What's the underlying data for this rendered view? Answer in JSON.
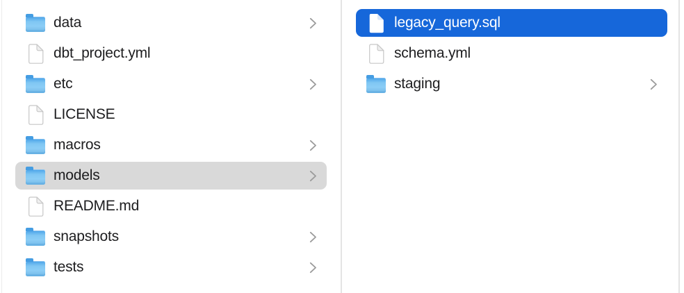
{
  "app": {
    "view": "finder-column-browser"
  },
  "colors": {
    "selection_active": "#1667da",
    "selection_inactive": "#d9d9d9",
    "text": "#1d1d1f",
    "text_selected": "#ffffff",
    "chevron": "#9b9b9b",
    "divider": "#e4e4e4",
    "folder_blue": "#7ac3f2",
    "background": "#ffffff"
  },
  "columns": [
    {
      "name": "left-column",
      "items": [
        {
          "label": "data",
          "type": "folder",
          "has_chevron": true,
          "selected": false
        },
        {
          "label": "dbt_project.yml",
          "type": "document",
          "has_chevron": false,
          "selected": false
        },
        {
          "label": "etc",
          "type": "folder",
          "has_chevron": true,
          "selected": false
        },
        {
          "label": "LICENSE",
          "type": "document",
          "has_chevron": false,
          "selected": false
        },
        {
          "label": "macros",
          "type": "folder",
          "has_chevron": true,
          "selected": false
        },
        {
          "label": "models",
          "type": "folder",
          "has_chevron": true,
          "selected": true,
          "selection_style": "inactive"
        },
        {
          "label": "README.md",
          "type": "document",
          "has_chevron": false,
          "selected": false
        },
        {
          "label": "snapshots",
          "type": "folder",
          "has_chevron": true,
          "selected": false
        },
        {
          "label": "tests",
          "type": "folder",
          "has_chevron": true,
          "selected": false
        }
      ]
    },
    {
      "name": "right-column",
      "items": [
        {
          "label": "legacy_query.sql",
          "type": "document",
          "has_chevron": false,
          "selected": true,
          "selection_style": "active"
        },
        {
          "label": "schema.yml",
          "type": "document",
          "has_chevron": false,
          "selected": false
        },
        {
          "label": "staging",
          "type": "folder",
          "has_chevron": true,
          "selected": false
        }
      ]
    }
  ]
}
